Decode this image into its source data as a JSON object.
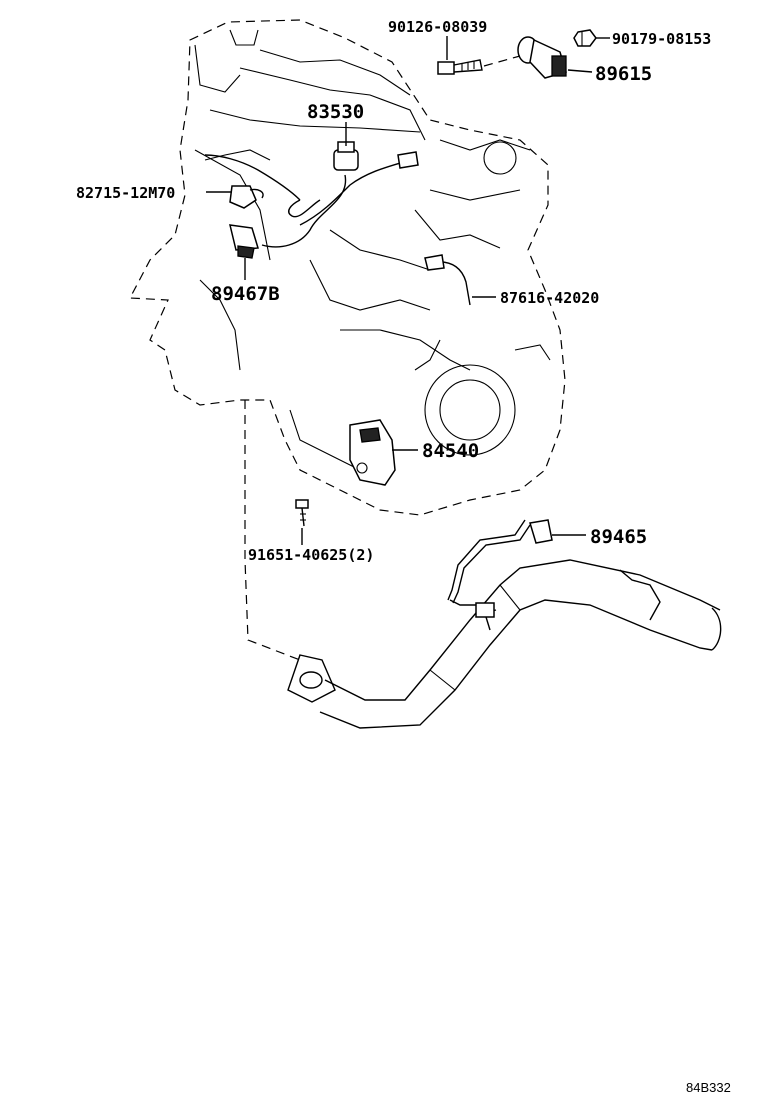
{
  "diagram": {
    "parts": [
      {
        "id": "p90126",
        "number": "90126-08039",
        "size": "small"
      },
      {
        "id": "p90179",
        "number": "90179-08153",
        "size": "small"
      },
      {
        "id": "p89615",
        "number": "89615",
        "size": "big"
      },
      {
        "id": "p83530",
        "number": "83530",
        "size": "big"
      },
      {
        "id": "p82715",
        "number": "82715-12M70",
        "size": "small"
      },
      {
        "id": "p89467B",
        "number": "89467B",
        "size": "big"
      },
      {
        "id": "p87616",
        "number": "87616-42020",
        "size": "small"
      },
      {
        "id": "p84540",
        "number": "84540",
        "size": "big"
      },
      {
        "id": "p91651",
        "number": "91651-40625(2)",
        "size": "small"
      },
      {
        "id": "p89465",
        "number": "89465",
        "size": "big"
      }
    ],
    "reference_code": "84B332"
  }
}
